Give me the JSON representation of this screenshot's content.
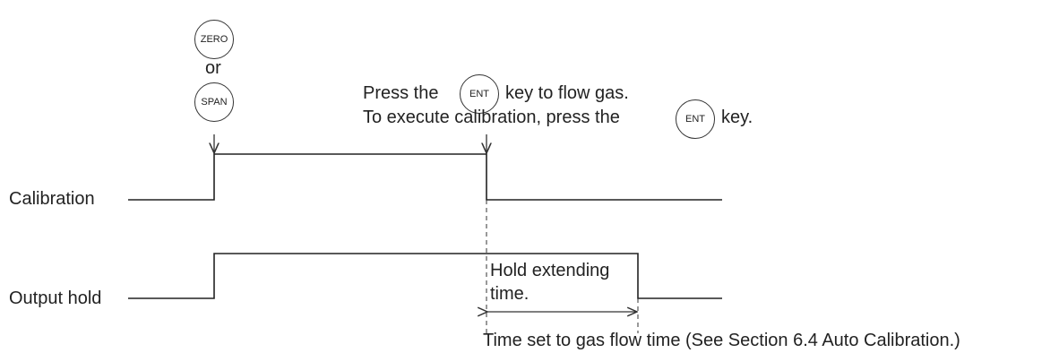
{
  "keys": {
    "zero": "ZERO",
    "span": "SPAN",
    "ent": "ENT"
  },
  "labels": {
    "or": "or",
    "signal_calibration": "Calibration",
    "signal_output_hold": "Output hold"
  },
  "annotations": {
    "line1_prefix": "Press the",
    "line1_suffix": "key to flow gas.",
    "line2_prefix": "To execute calibration, press the",
    "line2_suffix": "key.",
    "hold_extending_1": "Hold extending",
    "hold_extending_2": "time.",
    "gas_flow_time": "Time set to gas flow time (See Section 6.4 Auto Calibration.)"
  }
}
